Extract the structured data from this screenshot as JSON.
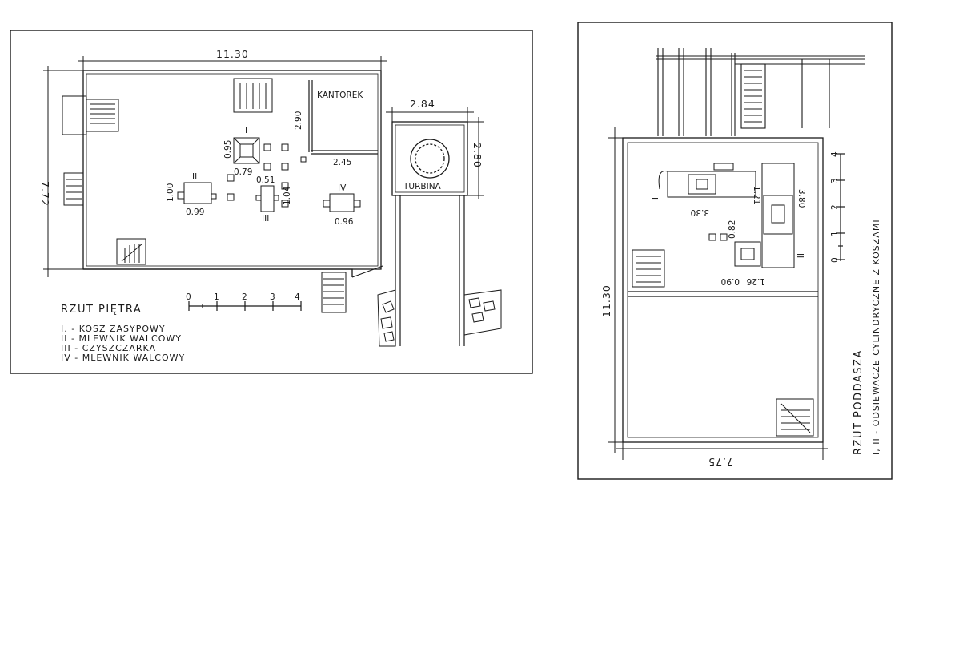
{
  "floor_plan": {
    "title": "RZUT PIĘTRA",
    "overall_width": "11.30",
    "overall_depth": "7.72",
    "office_label": "KANTOREK",
    "office_wall_length": "2.90",
    "office_width": "2.45",
    "turbine_label": "TURBINA",
    "turbine_width": "2.84",
    "turbine_depth": "2.80",
    "machines": [
      {
        "numeral": "I",
        "dim_a": "0.95",
        "dim_b": "0.79"
      },
      {
        "numeral": "II",
        "dim_a": "1.00",
        "dim_b": "0.99"
      },
      {
        "numeral": "III",
        "dim_a": "0.51",
        "dim_b": "1.04"
      },
      {
        "numeral": "IV",
        "dim_a": "0.96",
        "dim_b": ""
      }
    ],
    "scale_ticks": [
      "0",
      "1",
      "2",
      "3",
      "4"
    ],
    "legend": [
      "I. - KOSZ ZASYPOWY",
      "II - MLEWNIK WALCOWY",
      "III - CZYSZCZARKA",
      "IV - MLEWNIK WALCOWY"
    ]
  },
  "attic_plan": {
    "title": "RZUT PODDASZA",
    "subtitle": "I, II - ODSIEWACZE CYLINDRYCZNE Z KOSZAMI",
    "overall_length": "11.30",
    "overall_width": "7.75",
    "sifters": [
      {
        "numeral": "I",
        "dim_a": "3.30",
        "dim_b": "1.21"
      },
      {
        "numeral": "II",
        "dim_a": "3.80",
        "dim_b": "1.26",
        "dim_c": "0.90",
        "dim_d": "0.82"
      }
    ],
    "scale_ticks": [
      "0",
      "1",
      "2",
      "3",
      "4"
    ]
  }
}
